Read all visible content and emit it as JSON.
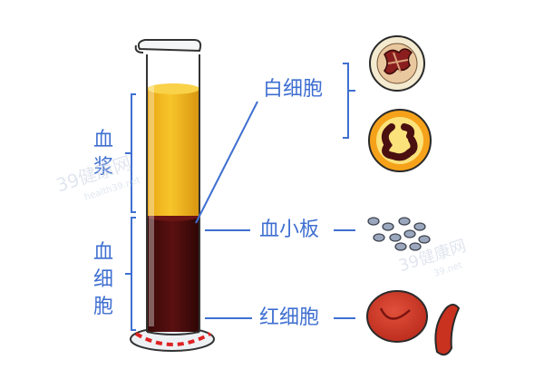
{
  "labels": {
    "plasma": [
      "血",
      "浆"
    ],
    "blood_cells": [
      "血",
      "细",
      "胞"
    ],
    "white_cells": "白细胞",
    "platelets": "血小板",
    "red_cells": "红细胞"
  },
  "watermarks": [
    {
      "brand": "39健康网",
      "site": "health39.net"
    },
    {
      "brand": "39健康网",
      "site": "39.net"
    }
  ],
  "colors": {
    "accent": "#3f6fd1",
    "plasma": "#f2b81c",
    "blood": "#4a0d0d",
    "red_cell": "#c9321f",
    "white_cell_ring": "#f5c34a",
    "platelet": "#9aa7bd"
  },
  "icons": [
    "graduated-cylinder-icon",
    "white-blood-cell-icon",
    "platelet-icon",
    "red-blood-cell-icon"
  ]
}
